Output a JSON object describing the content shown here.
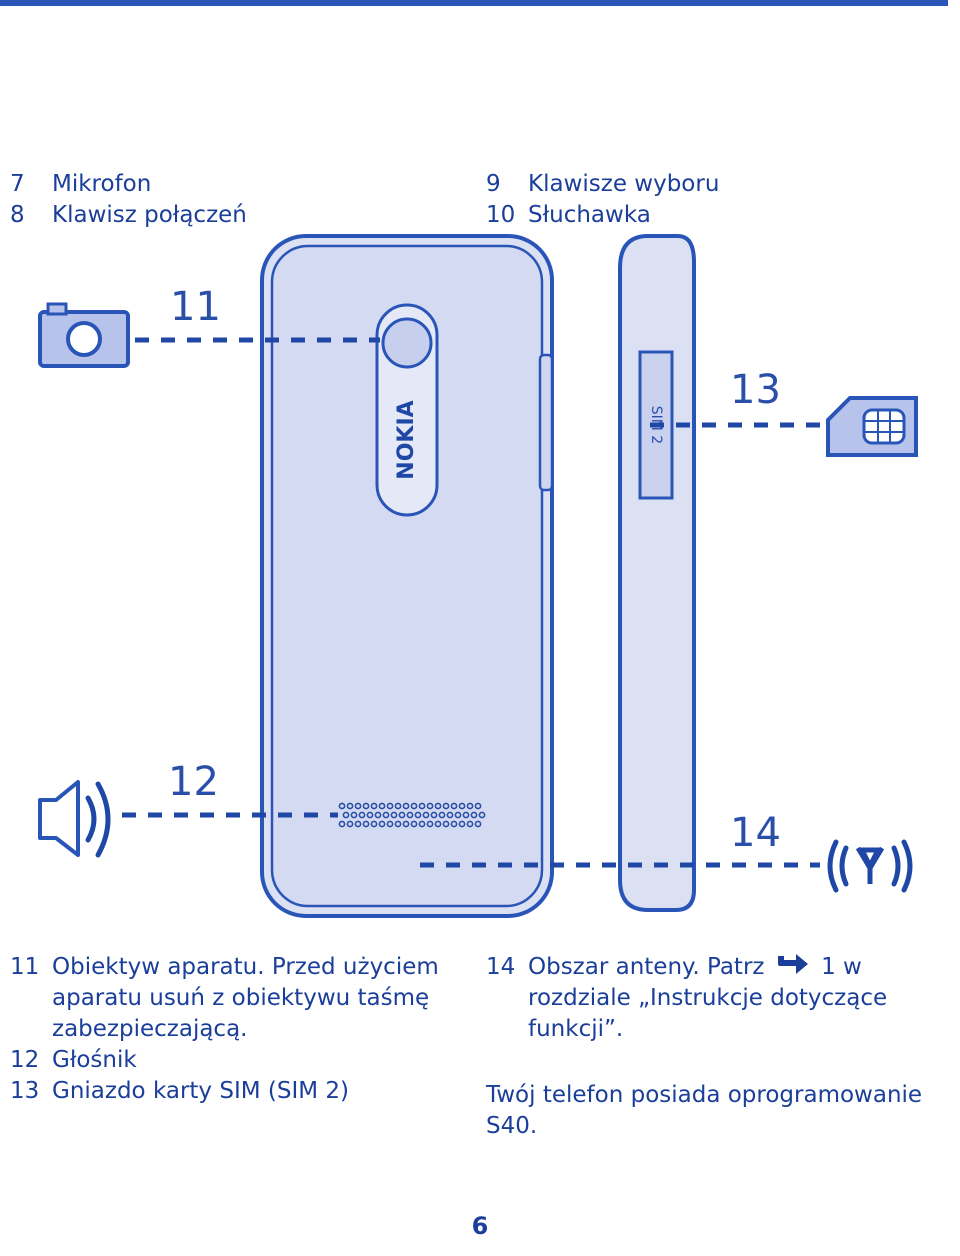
{
  "top_legend": {
    "left": [
      {
        "num": "7",
        "label": "Mikrofon"
      },
      {
        "num": "8",
        "label": "Klawisz połączeń"
      }
    ],
    "right": [
      {
        "num": "9",
        "label": "Klawisze wyboru"
      },
      {
        "num": "10",
        "label": "Słuchawka"
      }
    ]
  },
  "figure": {
    "callouts": {
      "camera": "11",
      "speaker": "12",
      "sim": "13",
      "antenna": "14"
    },
    "brand": "NOKIA",
    "sim_label": "SIM 2",
    "icons": [
      "camera-icon",
      "speaker-icon",
      "sim-card-icon",
      "antenna-icon"
    ],
    "colors": {
      "outline": "#2a55b8",
      "fill": "#d9def2",
      "inner": "#cfd6ef",
      "dots": "#2a4fa8"
    }
  },
  "bottom_legend": {
    "left": [
      {
        "num": "11",
        "label": "Obiektyw aparatu. Przed użyciem aparatu usuń z obiektywu taśmę zabezpieczającą."
      },
      {
        "num": "12",
        "label": "Głośnik"
      },
      {
        "num": "13",
        "label": "Gniazdo karty SIM (SIM 2)"
      }
    ],
    "antenna": {
      "num": "14",
      "before": "Obszar anteny. Patrz",
      "after": "1 w rozdziale „Instrukcje dotyczące funkcji”."
    }
  },
  "software_note": "Twój telefon posiada oprogramowanie S40.",
  "page_number": "6"
}
